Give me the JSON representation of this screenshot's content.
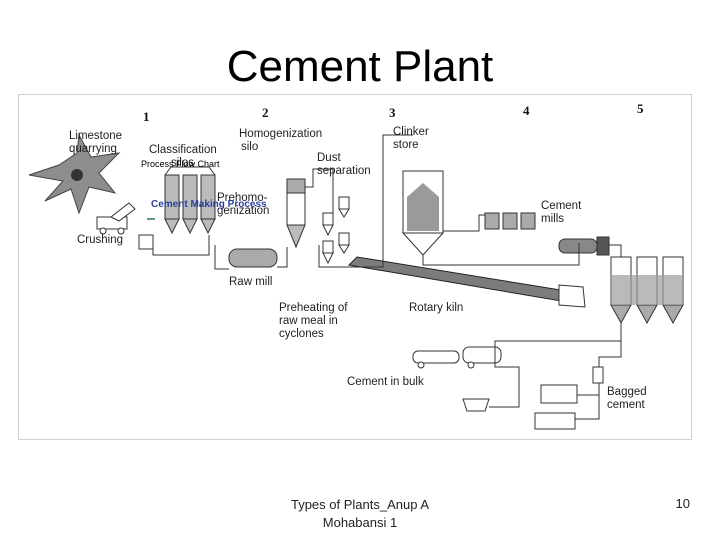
{
  "slide": {
    "title": "Cement Plant",
    "footer": "Types of Plants_Anup A Mohabansi 1",
    "page_number": "10"
  },
  "diagram": {
    "stage_numbers": [
      "1",
      "2",
      "3",
      "4",
      "5"
    ],
    "labels": {
      "limestone_1": "Limestone",
      "limestone_2": "quarrying",
      "classification_1": "Classification",
      "classification_2": "silos",
      "homogenization_1": "Homogenization",
      "homogenization_2": "silo",
      "clinker_1": "Clinker",
      "clinker_2": "store",
      "dust_1": "Dust",
      "dust_2": "separation",
      "prehomo_1": "Prehomo-",
      "prehomo_2": "genization",
      "cement_mills_1": "Cement",
      "cement_mills_2": "mills",
      "crushing": "Crushing",
      "raw_mill": "Raw mill",
      "preheating_1": "Preheating of",
      "preheating_2": "raw meal in",
      "preheating_3": "cyclones",
      "rotary_kiln": "Rotary kiln",
      "cement_bulk": "Cement in bulk",
      "bagged_1": "Bagged",
      "bagged_2": "cement"
    },
    "overlay": {
      "process_flow_chart": "Process Flow Chart",
      "cement_making_process": "Cement Making Process"
    }
  }
}
